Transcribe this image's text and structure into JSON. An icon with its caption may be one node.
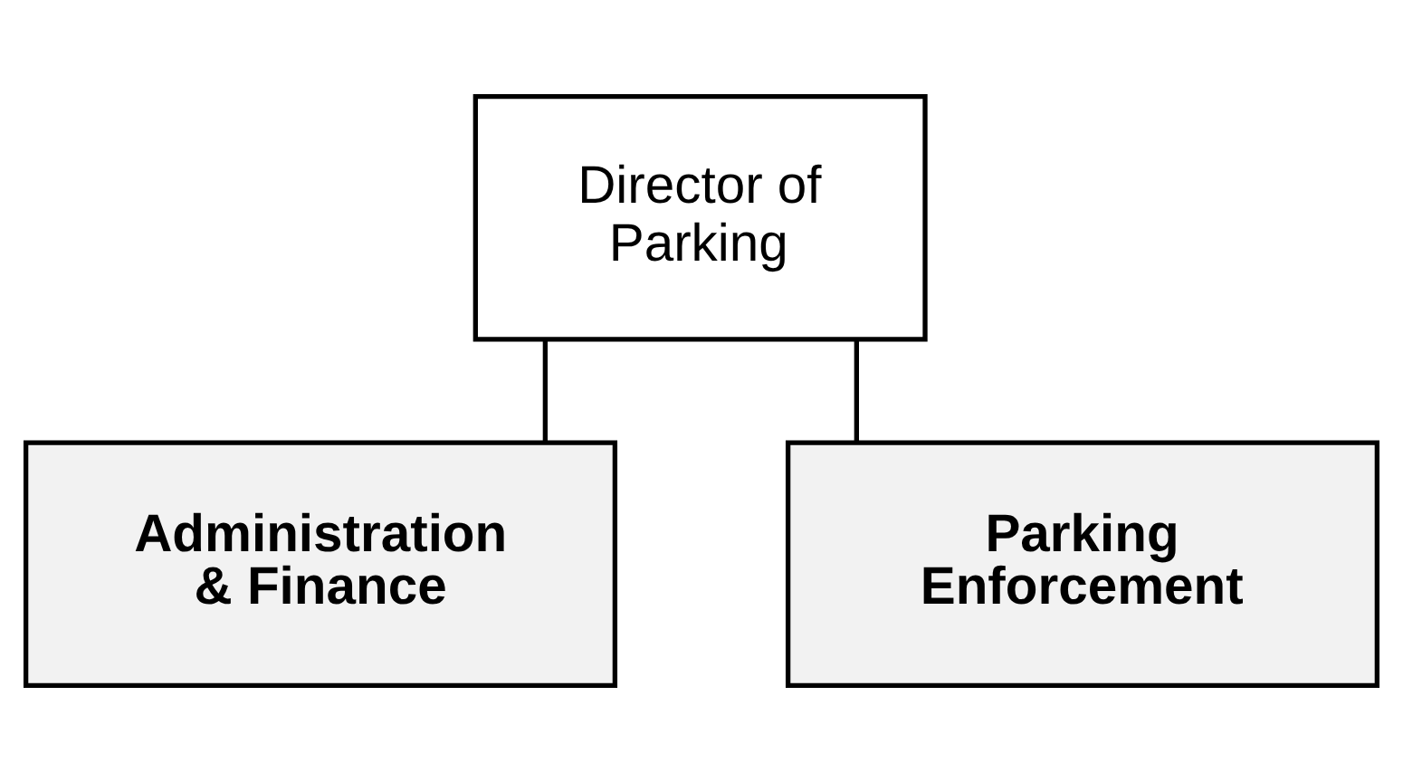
{
  "diagram": {
    "nodes": [
      {
        "text": [
          "Director of Parking"
        ]
      },
      {
        "text": [
          "Administration & Finance"
        ]
      },
      {
        "text": [
          "Parking Enforcement"
        ]
      }
    ],
    "edges": [
      {
        "from": 0,
        "to": 1,
        "arrow": "none"
      },
      {
        "from": 0,
        "to": 2,
        "arrow": "none"
      }
    ]
  }
}
